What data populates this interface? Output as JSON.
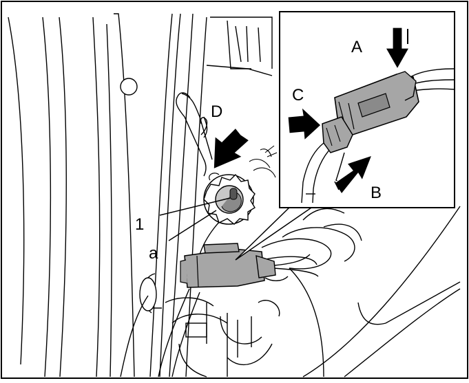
{
  "labels": {
    "arrow_a": "A",
    "arrow_b": "B",
    "arrow_c": "C",
    "arrow_d": "D",
    "callout_1": "1",
    "callout_a": "a"
  },
  "colors": {
    "line": "#000000",
    "connector": "#a6a6a6",
    "connector_dark": "#8a8a8a",
    "background": "#ffffff"
  }
}
